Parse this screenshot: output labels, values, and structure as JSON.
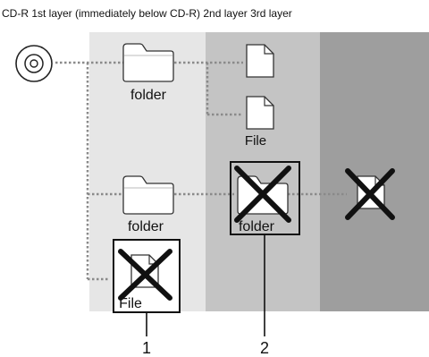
{
  "header": "CD-R 1st layer (immediately below CD-R) 2nd layer 3rd layer",
  "labels": {
    "folder_top": "folder",
    "file_top": "File",
    "folder_bottom": "folder",
    "folder_excluded": "folder",
    "file_excluded": "File"
  },
  "callouts": {
    "first": "1",
    "second": "2"
  },
  "icons": {
    "disc": "cd-disc-icon",
    "folder": "folder-icon",
    "file": "file-icon",
    "cross": "cross-out-icon"
  },
  "colors": {
    "layer1": "#e6e6e6",
    "layer2": "#c4c4c4",
    "layer3": "#9e9e9e",
    "dotted": "#8a8a8a",
    "mark": "#111111"
  }
}
